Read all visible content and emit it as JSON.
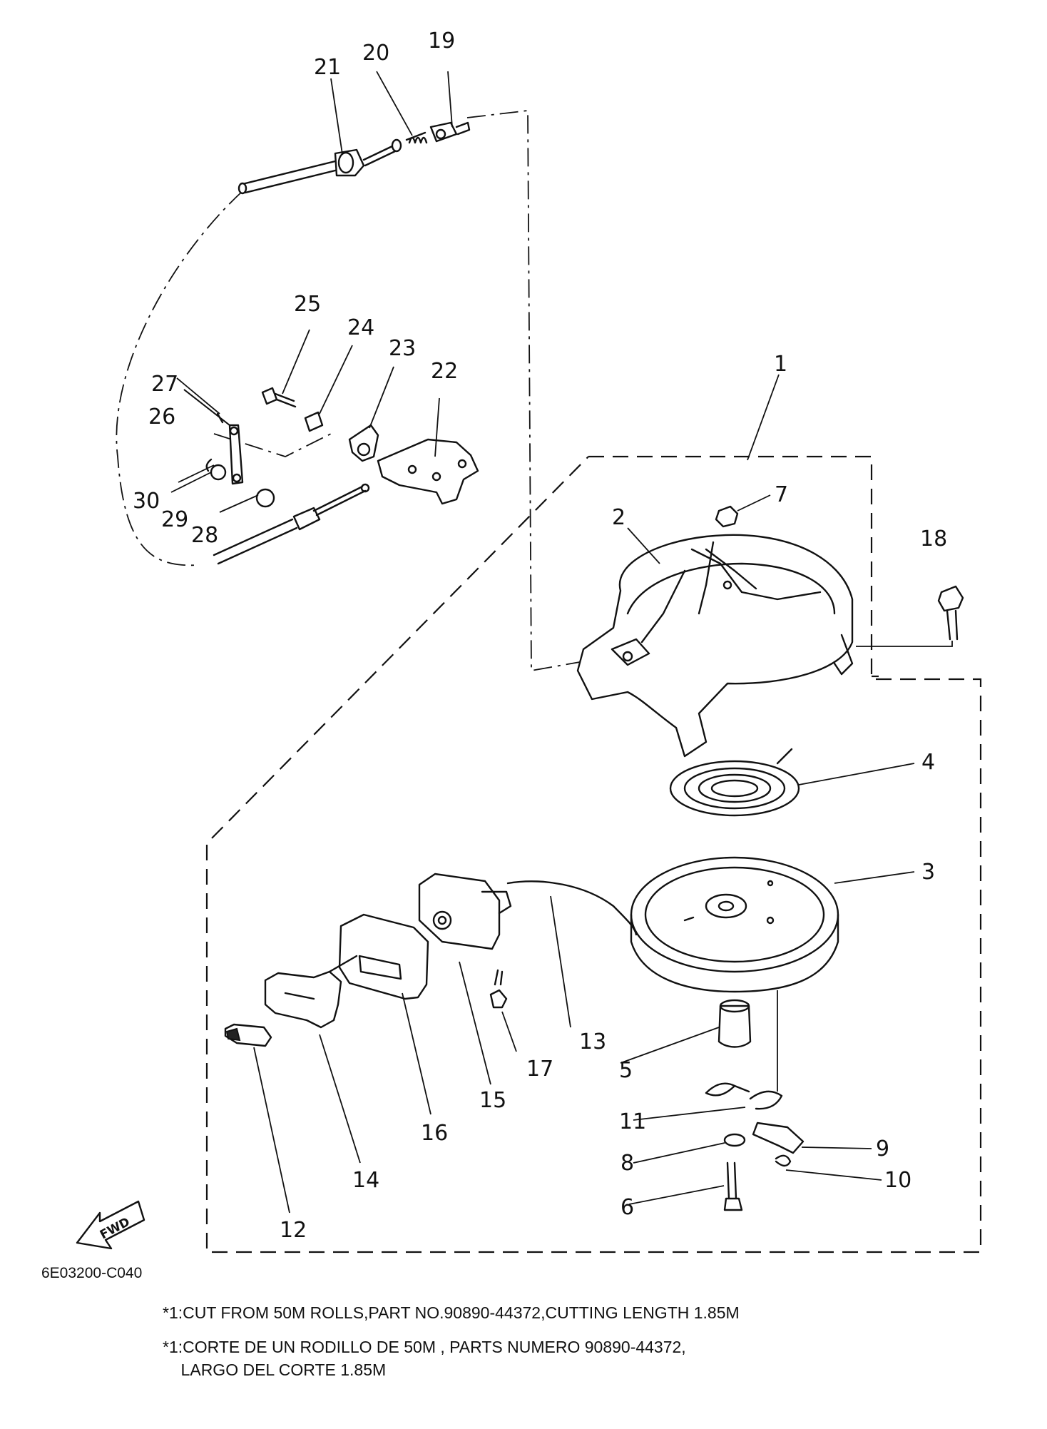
{
  "callouts": [
    "1",
    "2",
    "3",
    "4",
    "5",
    "6",
    "7",
    "8",
    "9",
    "10",
    "11",
    "12",
    "13",
    "14",
    "15",
    "16",
    "17",
    "18",
    "19",
    "20",
    "21",
    "22",
    "23",
    "24",
    "25",
    "26",
    "27",
    "28",
    "29",
    "30"
  ],
  "fwd_label": "FWD",
  "diagram_code": "6E03200-C040",
  "notes": [
    "*1:CUT FROM 50M ROLLS,PART NO.90890-44372,CUTTING LENGTH 1.85M",
    "*1:CORTE DE UN RODILLO DE 50M , PARTS NUMERO 90890-44372,",
    "    LARGO DEL CORTE 1.85M"
  ]
}
